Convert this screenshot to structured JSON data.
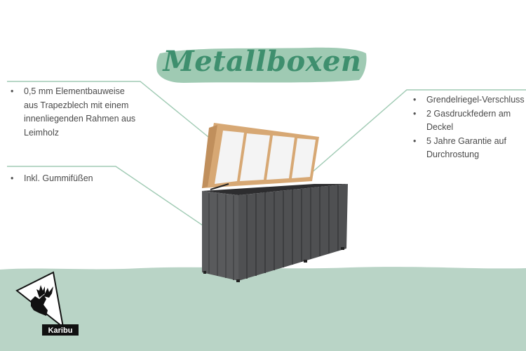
{
  "title": "Metallboxen",
  "features_left_top": [
    "0,5 mm Elementbauweise aus Trapezblech mit einem innenliegenden Rahmen aus Leimholz"
  ],
  "features_left_bottom": [
    "Inkl. Gummifüßen"
  ],
  "features_right": [
    "Grendelriegel-Verschluss",
    "2 Gasdruckfedern am Deckel",
    "5 Jahre Garantie auf Durchrostung"
  ],
  "logo": {
    "text": "Karibu",
    "icon": "deer-head-icon"
  },
  "colors": {
    "accent": "#9fcab3",
    "ground": "#b9d4c6",
    "title": "#3e8f6e",
    "box": "#5a5a5c",
    "wood": "#e3c49c"
  }
}
